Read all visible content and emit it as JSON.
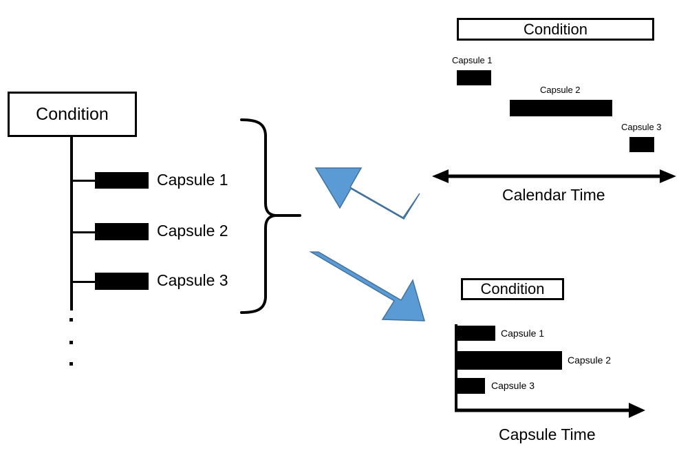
{
  "figure": {
    "title": "Condition to Capsule time-alignment schematic",
    "accent_color": "#5B9BD5",
    "accent_stroke": "#41719C",
    "ink_color": "#000000",
    "background_color": "#FFFFFF"
  },
  "source_panel": {
    "condition_label": "Condition",
    "capsules": [
      {
        "label": "Capsule 1"
      },
      {
        "label": "Capsule 2"
      },
      {
        "label": "Capsule 3"
      }
    ],
    "ellipsis_dots": [
      "·",
      "·",
      "·"
    ]
  },
  "connector": {
    "brace_name": "right-curly-brace",
    "arrows": [
      {
        "name": "arrow-to-calendar-time",
        "direction": "up-right"
      },
      {
        "name": "arrow-to-capsule-time",
        "direction": "down-right"
      }
    ]
  },
  "calendar_panel": {
    "condition_label": "Condition",
    "axis_label": "Calendar Time",
    "axis_type": "double-headed",
    "capsules": [
      {
        "label": "Capsule 1"
      },
      {
        "label": "Capsule 2"
      },
      {
        "label": "Capsule 3"
      }
    ]
  },
  "capsule_panel": {
    "condition_label": "Condition",
    "axis_label": "Capsule Time",
    "axis_type": "single-headed",
    "capsules": [
      {
        "label": "Capsule 1"
      },
      {
        "label": "Capsule 2"
      },
      {
        "label": "Capsule 3"
      }
    ]
  },
  "chart_data": {
    "type": "bar",
    "title": "Condition-Capsule time alignment",
    "panels": [
      {
        "name": "calendar-time",
        "title": "Condition",
        "xlabel": "Calendar Time",
        "orientation": "horizontal-gantt",
        "xlim": [
          0,
          100
        ],
        "grid": false,
        "legend": "none",
        "categories": [
          "Capsule 1",
          "Capsule 2",
          "Capsule 3"
        ],
        "bars": [
          {
            "label": "Capsule 1",
            "start": 10,
            "end": 24,
            "row": 0
          },
          {
            "label": "Capsule 2",
            "start": 32,
            "end": 75,
            "row": 1
          },
          {
            "label": "Capsule 3",
            "start": 82,
            "end": 92,
            "row": 2
          }
        ]
      },
      {
        "name": "capsule-time",
        "title": "Condition",
        "xlabel": "Capsule Time",
        "orientation": "horizontal-bar",
        "xlim": [
          0,
          100
        ],
        "grid": false,
        "legend": "none",
        "categories": [
          "Capsule 1",
          "Capsule 2",
          "Capsule 3"
        ],
        "values": [
          21,
          56,
          15
        ]
      }
    ]
  }
}
